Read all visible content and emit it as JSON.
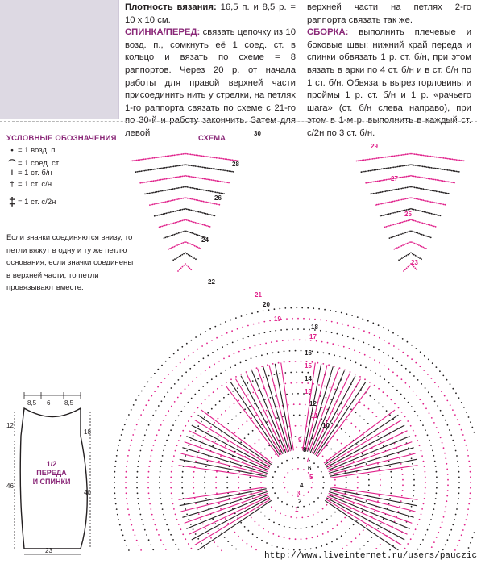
{
  "colors": {
    "accent": "#8a2878",
    "pink": "#e0208a",
    "ink": "#231f20",
    "panel": "#ddd9e3"
  },
  "left_column": {
    "gauge_label": "Плотность вязания:",
    "gauge_text": " 16,5 п. и 8,5 р. = 10 х 10 см.",
    "back_label": "СПИНКА/ПЕРЕД:",
    "back_text": " связать цепочку из 10 возд. п., сомкнуть её 1 соед. ст. в кольцо и вязать по схеме = 8 раппортов. Через 20 р. от начала работы для правой верхней части присоединить нить у стрелки, на петлях 1-го раппорта связать по схеме с 21-го по 30-й и работу закончить. Затем для левой"
  },
  "right_column": {
    "cont_text": "верхней части на петлях 2-го раппорта связать так же.",
    "assembly_label": "СБОРКА:",
    "assembly_text": " выполнить плечевые и боковые швы; нижний край переда и спинки обвязать 1 р. ст. б/н, при этом вязать в арки по 4 ст. б/н и в ст. б/н по 1 ст. б/н. Обвязать вырез горловины и проймы 1 р. ст. б/н и 1 р. «рачьего шага» (ст. б/н слева направо), при этом в 1-м р. выполнить в каждый ст. с/2н по 3 ст. б/н."
  },
  "legend": {
    "title": "УСЛОВНЫЕ ОБОЗНАЧЕНИЯ",
    "items": [
      {
        "icon": "chain-stitch-icon",
        "text": "= 1 возд. п."
      },
      {
        "icon": "slip-stitch-icon",
        "text": "= 1 соед. ст."
      },
      {
        "icon": "single-crochet-icon",
        "text": "= 1 ст. б/н"
      },
      {
        "icon": "double-crochet-icon",
        "text": "= 1 ст. с/н"
      },
      {
        "icon": "treble-crochet-icon",
        "text": "= 1 ст. с/2н"
      }
    ],
    "note": "Если значки соединяются внизу, то петли вяжут в одну и ту же петлю основания, если значки соединены в верхней части, то петли провязывают вместе."
  },
  "schema": {
    "title": "СХЕМА",
    "row_numbers": [
      "30",
      "29",
      "28",
      "27",
      "26",
      "25",
      "24",
      "23",
      "22",
      "21",
      "20",
      "19",
      "18",
      "17",
      "16",
      "15",
      "14",
      "13",
      "12",
      "11",
      "10",
      "9",
      "8",
      "7",
      "6",
      "5",
      "4",
      "3",
      "2",
      "1"
    ]
  },
  "pattern": {
    "top": [
      "8,5",
      "6",
      "8,5"
    ],
    "left_top": "12",
    "left_main": "46",
    "right_top": "18",
    "right_main": "40",
    "bottom": "23",
    "label_line1": "1/2",
    "label_line2": "ПЕРЕДА",
    "label_line3": "И СПИНКИ"
  },
  "credit": "http://www.liveinternet.ru/users/pauczicha/"
}
